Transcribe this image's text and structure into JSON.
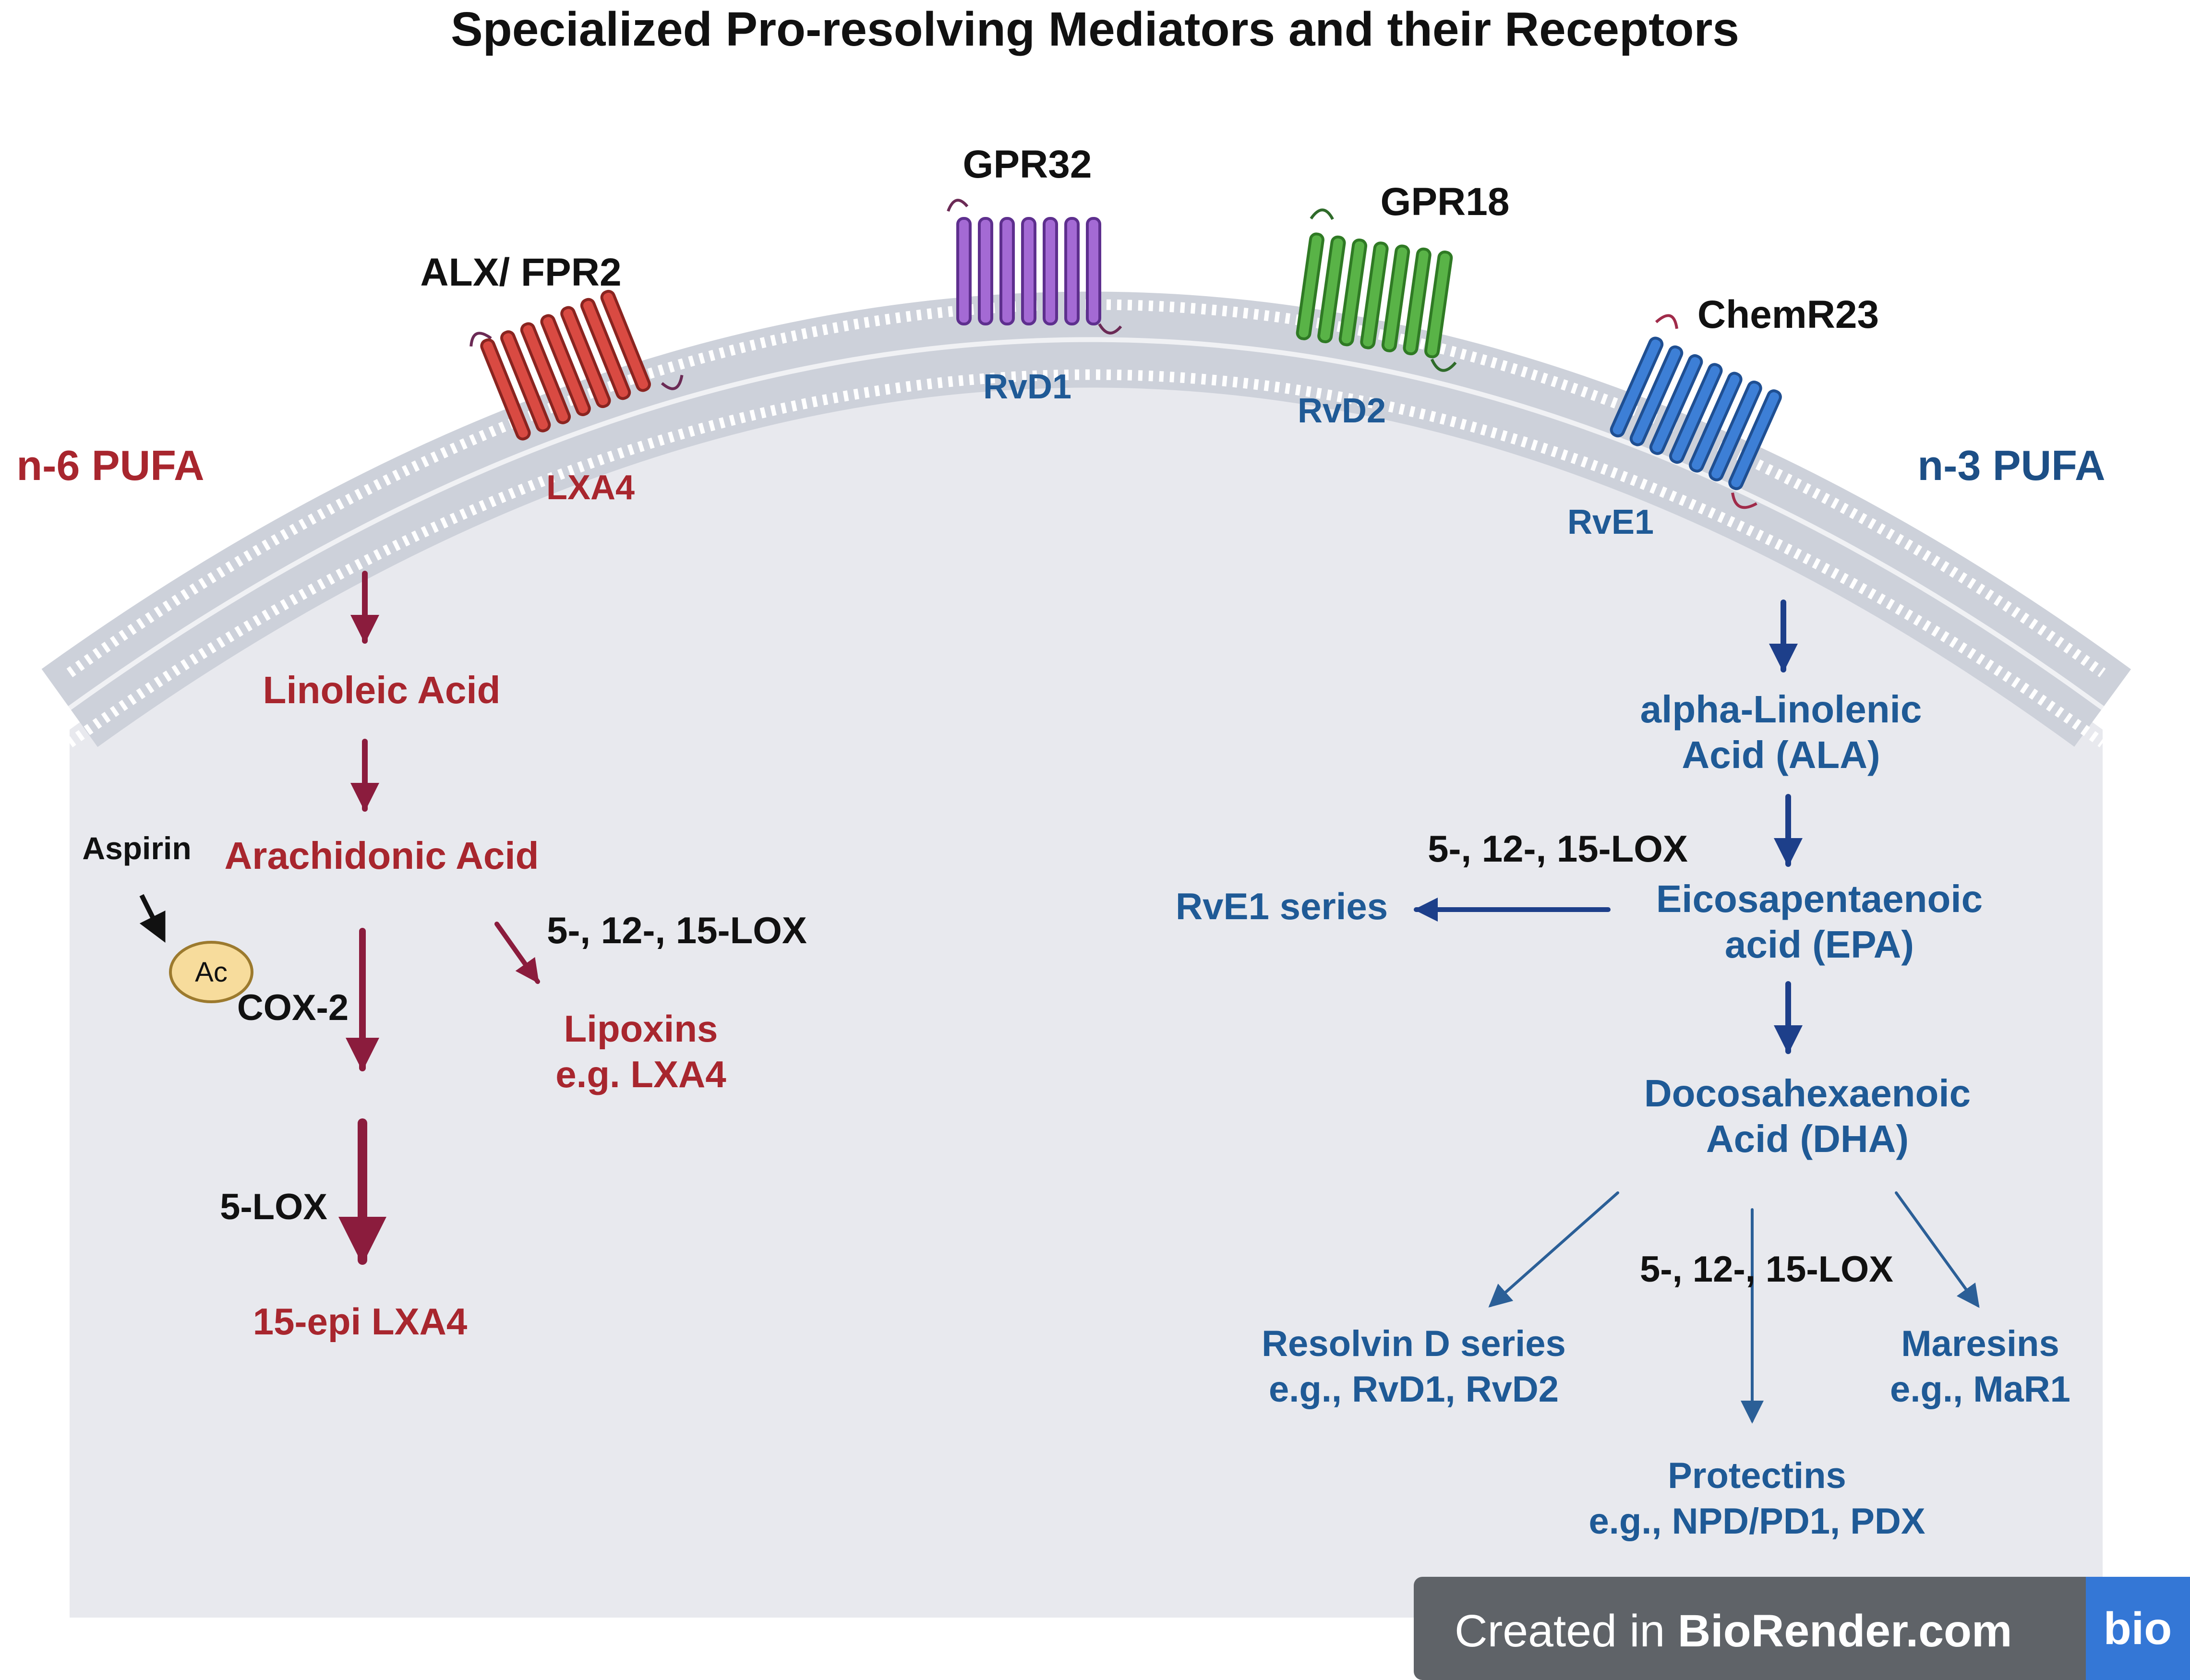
{
  "title": "Specialized Pro-resolving Mediators and their Receptors",
  "pufa": {
    "n6": "n-6 PUFA",
    "n3": "n-3 PUFA"
  },
  "receptors": [
    {
      "id": "alx",
      "name": "ALX/ FPR2",
      "ligand": "LXA4",
      "color": "#d94a42",
      "loop": "#6b2a55"
    },
    {
      "id": "gpr32",
      "name": "GPR32",
      "ligand": "RvD1",
      "color": "#a46ad4",
      "loop": "#6b2a55"
    },
    {
      "id": "gpr18",
      "name": "GPR18",
      "ligand": "RvD2",
      "color": "#59b347",
      "loop": "#2f6b2a"
    },
    {
      "id": "chemr23",
      "name": "ChemR23",
      "ligand": "RvE1",
      "color": "#3d7fd6",
      "loop": "#a02b4a"
    }
  ],
  "n6_pathway": {
    "linoleic": "Linoleic Acid",
    "arachidonic": "Arachidonic Acid",
    "aspirin": "Aspirin",
    "ac": "Ac",
    "cox2": "COX-2",
    "lox_a": "5-, 12-, 15-LOX",
    "lipoxins_1": "Lipoxins",
    "lipoxins_2": "e.g. LXA4",
    "lox5": "5-LOX",
    "epi": "15-epi LXA4"
  },
  "n3_pathway": {
    "ala_1": "alpha-Linolenic",
    "ala_2": "Acid (ALA)",
    "lox_b": "5-, 12-, 15-LOX",
    "rve1_series": "RvE1 series",
    "epa_1": "Eicosapentaenoic",
    "epa_2": "acid (EPA)",
    "dha_1": "Docosahexaenoic",
    "dha_2": "Acid (DHA)",
    "lox_c": "5-, 12-, 15-LOX",
    "resolvin_1": "Resolvin D series",
    "resolvin_2": "e.g., RvD1, RvD2",
    "maresins_1": "Maresins",
    "maresins_2": "e.g., MaR1",
    "protectins_1": "Protectins",
    "protectins_2": "e.g., NPD/PD1, PDX"
  },
  "brand": {
    "prefix": "Created in ",
    "name": "BioRender.com",
    "logo": "bio"
  },
  "colors": {
    "n6": "#a8262e",
    "n3": "#1f5a96",
    "arrow_n6": "#8b1c3d",
    "arrow_n3": "#1d3f8a",
    "cell": "#e8e9ee",
    "membrane": "#cdd1da"
  }
}
